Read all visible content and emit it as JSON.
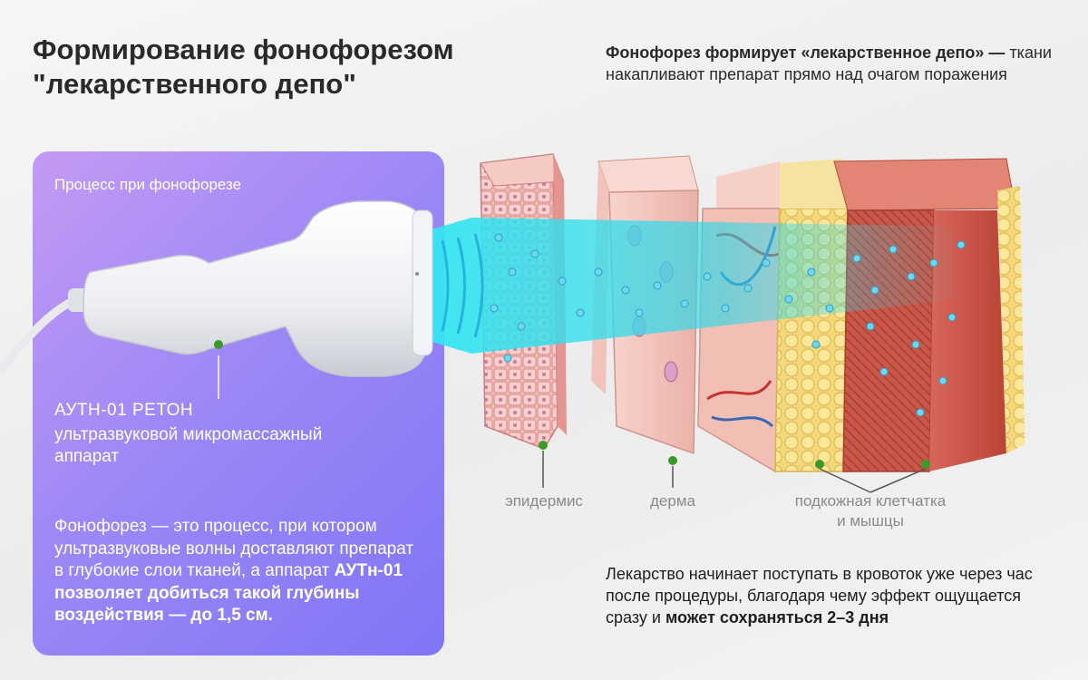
{
  "title": "Формирование фонофорезом\n\"лекарственного депо\"",
  "top_note": {
    "bold": "Фонофорез формирует «лекарственное депо» —",
    "rest": "ткани накапливают препарат прямо над очагом поражения"
  },
  "panel": {
    "label": "Процесс при фонофорезе",
    "device_name": "АУТН-01 РЕТОН",
    "device_desc": "ультразвуковой микромассажный аппарат",
    "body_normal": "Фонофорез — это процесс, при котором ультразвуковые волны доставляют препарат в глубокие слои тканей, а аппарат ",
    "body_bold": "АУТн-01 позволяет добиться такой глубины воздействия — до 1,5 см."
  },
  "layers": {
    "epidermis": "эпидермис",
    "dermis": "дерма",
    "subcutaneous": "подкожная клетчатка и мышцы"
  },
  "bottom_note": {
    "normal": "Лекарство начинает поступать в кровоток уже через час после процедуры, благодаря чему эффект ощущается сразу и ",
    "bold": "может сохраняться 2–3 дня"
  },
  "colors": {
    "marker": "#3a9a28",
    "beam": "#2fd8e8",
    "panel_start": "#c39af4",
    "panel_end": "#7f76f5"
  }
}
